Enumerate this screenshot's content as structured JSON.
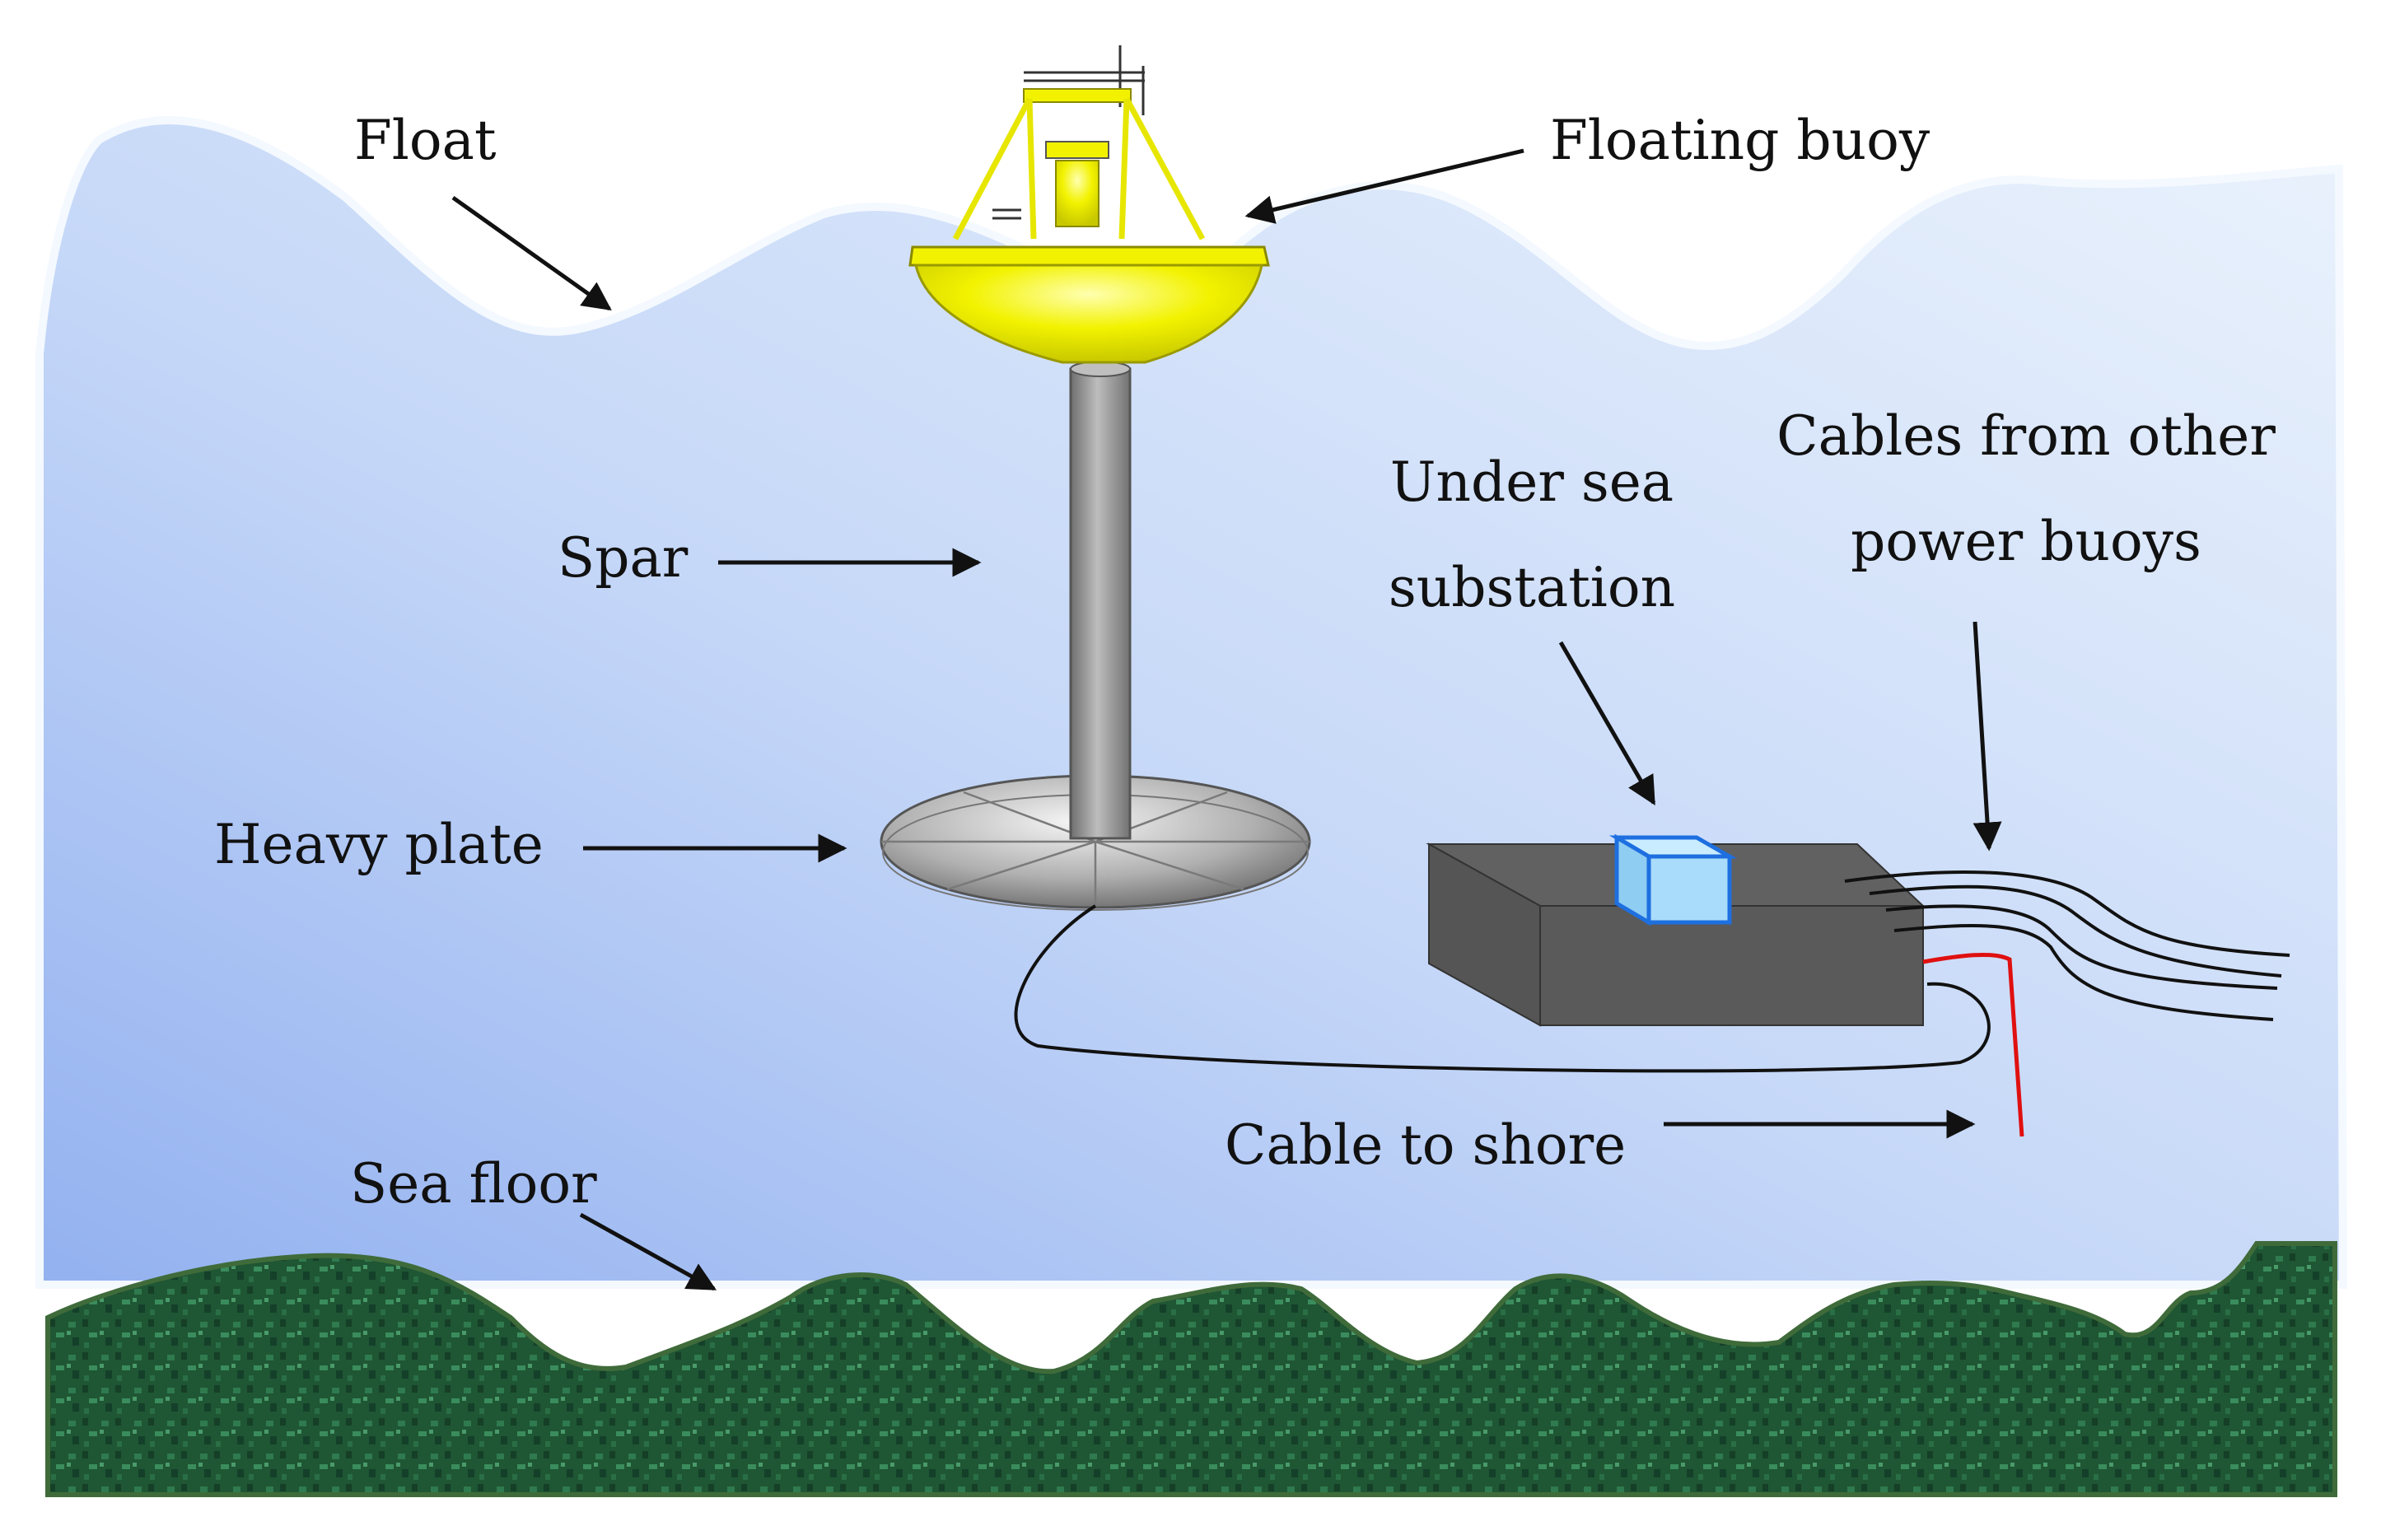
{
  "labels": {
    "float": "Float",
    "floating_buoy": "Floating buoy",
    "spar": "Spar",
    "heavy_plate": "Heavy plate",
    "under_sea_substation_line1": "Under sea",
    "under_sea_substation_line2": "substation",
    "cables_other_line1": "Cables from other",
    "cables_other_line2": "power buoys",
    "cable_to_shore": "Cable to shore",
    "sea_floor": "Sea floor"
  },
  "colors": {
    "sea_light": "#e6f0fb",
    "sea_dark": "#9ab7f2",
    "wave_edge": "#f4f9ff",
    "buoy_yellow": "#f2f200",
    "spar_gray": "#8c8c8c",
    "plate_gray": "#a6a6a6",
    "substation_base": "#5e5e5e",
    "substation_box": "#9fdcff",
    "shore_cable": "#e01010",
    "sea_floor": "#1e5a36"
  }
}
